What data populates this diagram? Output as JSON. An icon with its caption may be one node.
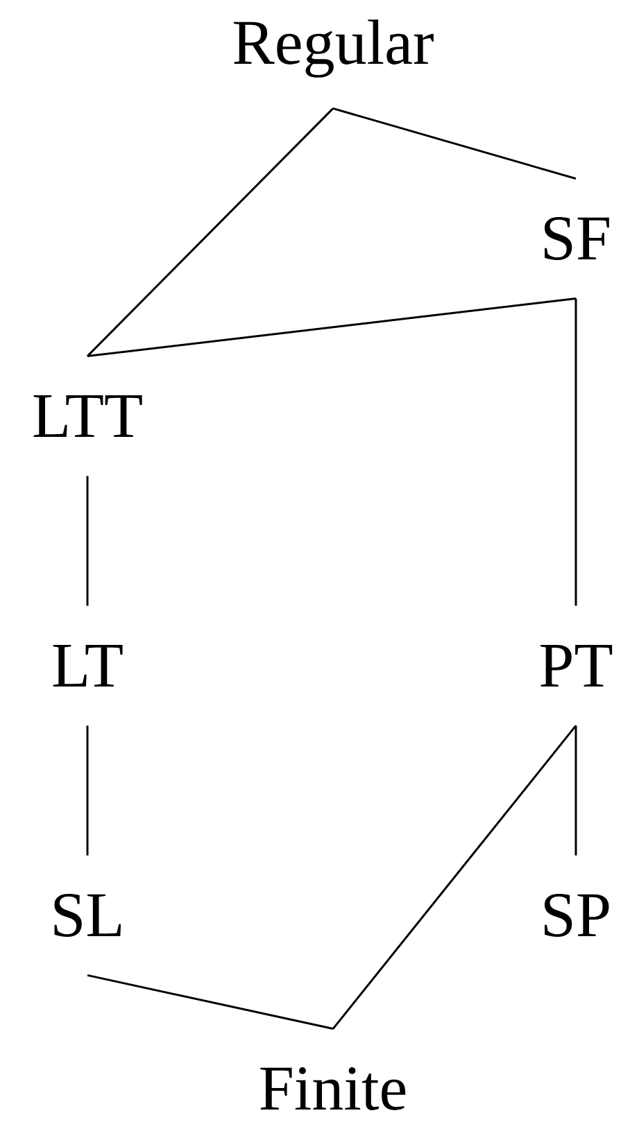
{
  "diagram": {
    "nodes": [
      {
        "text": [
          "Regular"
        ]
      },
      {
        "text": [
          "SF"
        ]
      },
      {
        "text": [
          "LTT"
        ]
      },
      {
        "text": [
          "LT"
        ]
      },
      {
        "text": [
          "PT"
        ]
      },
      {
        "text": [
          "SL"
        ]
      },
      {
        "text": [
          "SP"
        ]
      },
      {
        "text": [
          "Finite"
        ]
      }
    ],
    "edges": [
      {
        "from": 0,
        "to": 1,
        "arrow": "none"
      },
      {
        "from": 0,
        "to": 2,
        "arrow": "none"
      },
      {
        "from": 1,
        "to": 2,
        "arrow": "none"
      },
      {
        "from": 1,
        "to": 4,
        "arrow": "none"
      },
      {
        "from": 2,
        "to": 3,
        "arrow": "none"
      },
      {
        "from": 3,
        "to": 5,
        "arrow": "none"
      },
      {
        "from": 4,
        "to": 6,
        "arrow": "none"
      },
      {
        "from": 4,
        "to": 7,
        "arrow": "none"
      },
      {
        "from": 5,
        "to": 7,
        "arrow": "none"
      }
    ]
  }
}
